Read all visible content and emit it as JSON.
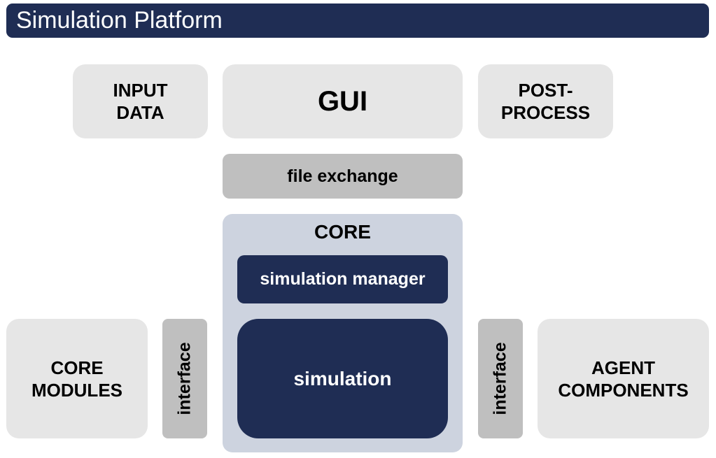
{
  "title": "Simulation Platform",
  "boxes": {
    "input_data": [
      "INPUT",
      "DATA"
    ],
    "gui": "GUI",
    "post_process": [
      "POST-",
      "PROCESS"
    ],
    "file_exchange": "file exchange",
    "core": "CORE",
    "simulation_manager": "simulation manager",
    "simulation": "simulation",
    "core_modules": [
      "CORE",
      "MODULES"
    ],
    "agent_components": [
      "AGENT",
      "COMPONENTS"
    ],
    "interface_left": "interface",
    "interface_right": "interface"
  },
  "colors": {
    "navy": "#1f2d54",
    "light_box": "#e6e6e6",
    "grey_box": "#bfbfbf",
    "core_bg": "#cdd3df"
  }
}
